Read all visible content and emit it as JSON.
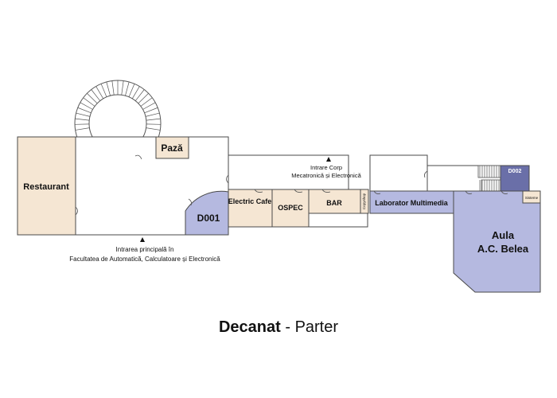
{
  "caption": {
    "title": "Decanat",
    "separator": " - ",
    "subtitle": "Parter"
  },
  "rooms": {
    "restaurant": "Restaurant",
    "paza": "Pază",
    "d001": "D001",
    "electric_cafe": "Electric Cafe",
    "ospec": "OSPEC",
    "bar": "BAR",
    "copyshop": "Copyshop",
    "laborator_multimedia": "Laborator Multimedia",
    "d002": "D002",
    "aula_line1": "Aula",
    "aula_line2": "A.C. Belea",
    "gr_small": "Sisteme"
  },
  "entrances": {
    "main_line1": "Intrarea principală în",
    "main_line2": "Facultatea de Automatică, Calculatoare și Electronică",
    "corp_line1": "Intrare Corp",
    "corp_line2": "Mecatronică și Electronică"
  },
  "colors": {
    "beige": "#f5e6d3",
    "lavender": "#b5b9e0",
    "dark_lavender": "#6a6fa8",
    "wall": "#4a4a4a"
  }
}
